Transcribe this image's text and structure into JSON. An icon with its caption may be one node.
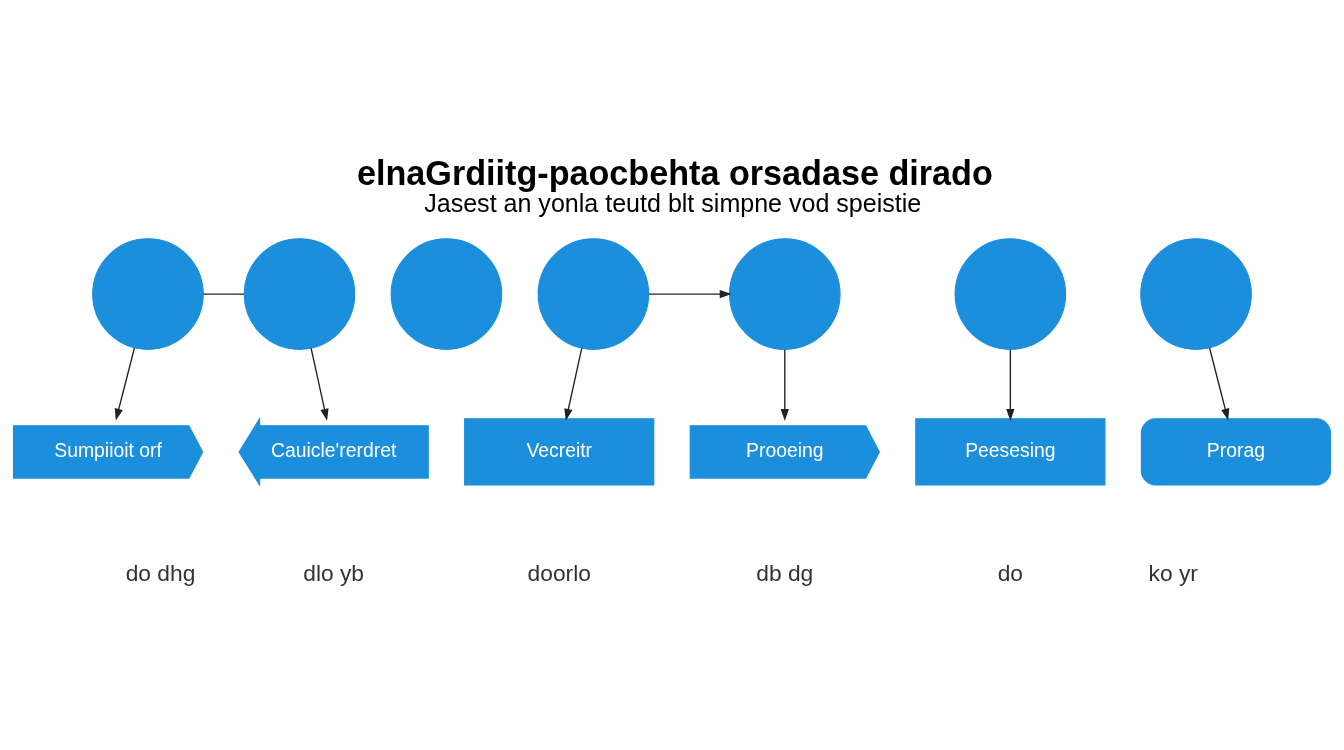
{
  "diagram": {
    "title": "elnaGrdiitg-paocbehta orsadase dirado",
    "caption": "Jasest an yonla teutd blt simpne vod speistie",
    "nodes": [
      {
        "text": [],
        "shape": "circle"
      },
      {
        "text": [],
        "shape": "circle"
      },
      {
        "text": [],
        "shape": "circle"
      },
      {
        "text": [],
        "shape": "circle"
      },
      {
        "text": [],
        "shape": "circle"
      },
      {
        "text": [],
        "shape": "circle"
      },
      {
        "text": [],
        "shape": "circle"
      },
      {
        "text": [
          "Sumpiioit orf"
        ]
      },
      {
        "text": [
          "Cauicle'rerdret"
        ]
      },
      {
        "text": [
          "Vecreitr"
        ]
      },
      {
        "text": [
          "Prooeing"
        ]
      },
      {
        "text": [
          "Peesesing"
        ]
      },
      {
        "text": [
          "Prorag"
        ]
      }
    ],
    "edges": [
      {
        "from": 0,
        "to": 1,
        "arrow": "none"
      },
      {
        "from": 3,
        "to": 4,
        "arrow": "to"
      },
      {
        "from": 0,
        "to": 7,
        "arrow": "to"
      },
      {
        "from": 1,
        "to": 8,
        "arrow": "to"
      },
      {
        "from": 3,
        "to": 9,
        "arrow": "to"
      },
      {
        "from": 4,
        "to": 10,
        "arrow": "to"
      },
      {
        "from": 5,
        "to": 11,
        "arrow": "to"
      },
      {
        "from": 6,
        "to": 12,
        "arrow": "to"
      }
    ],
    "labels": [
      "do dhg",
      "dlo yb",
      "doorlo",
      "db dg",
      "do",
      "ko yr"
    ]
  }
}
